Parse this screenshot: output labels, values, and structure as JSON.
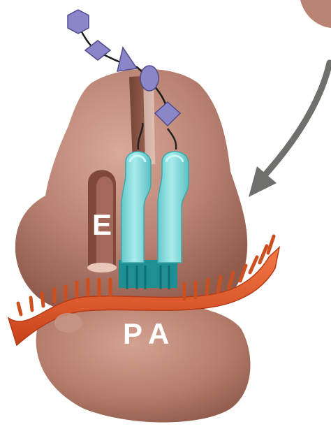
{
  "labels": {
    "e_site": "E",
    "p_site": "P",
    "a_site": "A"
  },
  "colors": {
    "ribosome_body": "#b98272",
    "ribosome_shadow": "#8f5b4d",
    "ribosome_highlight": "#d8a898",
    "tunnel": "#7a4637",
    "trna": "#8fdcdc",
    "trna_dark": "#3aa8ab",
    "mrna": "#e8572a",
    "mrna_dark": "#b63a17",
    "peptide": "#8a86c8",
    "peptide_dark": "#4e4a8c",
    "arrow": "#6f706c"
  },
  "icons": {
    "peptide_chain": "polypeptide-chain-icon",
    "trna_p": "trna-p-site-icon",
    "trna_a": "trna-a-site-icon",
    "mrna": "mrna-strand-icon",
    "arrow": "incoming-arrow-icon"
  }
}
